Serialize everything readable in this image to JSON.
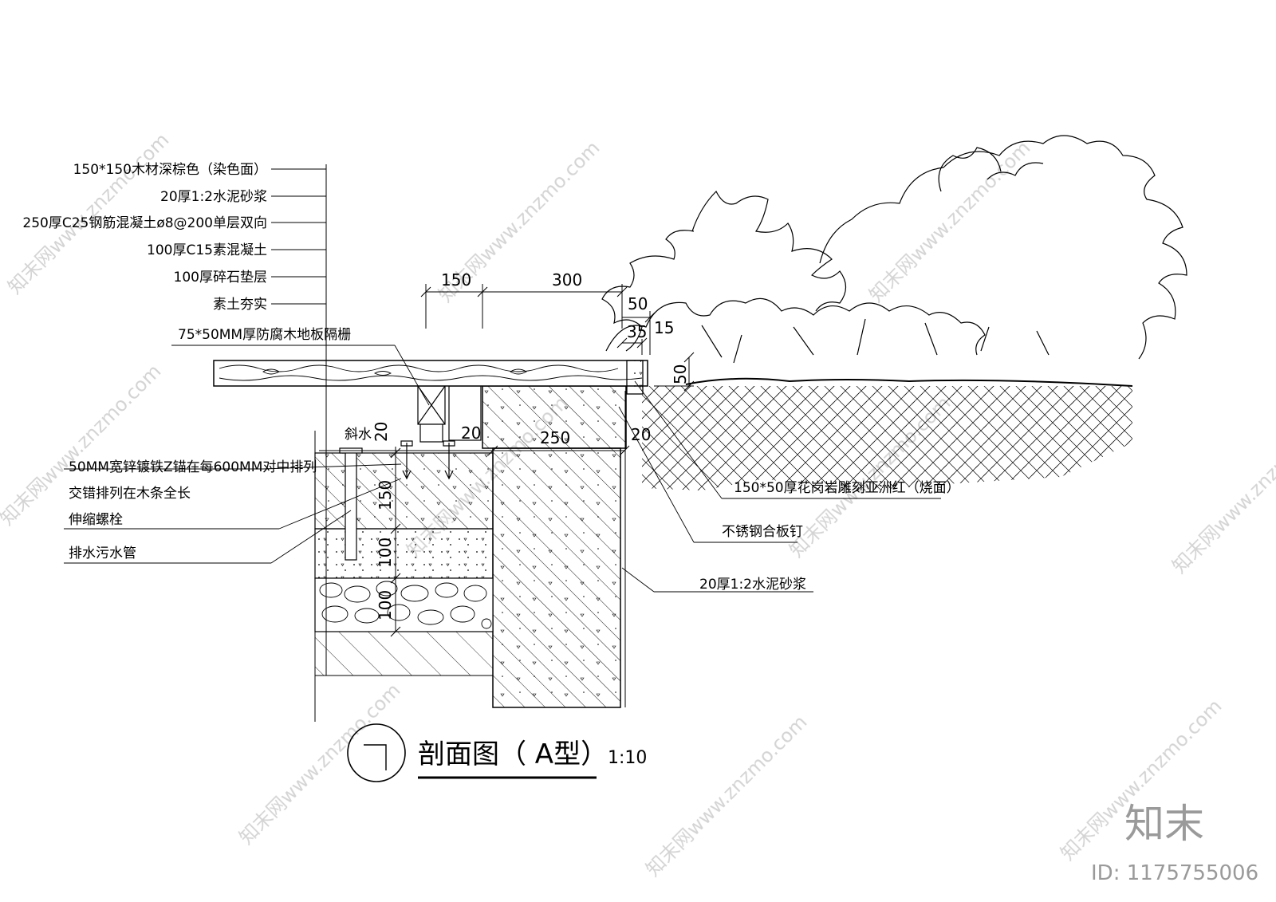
{
  "notes_left": [
    "150*150木材深棕色（染色面）",
    "20厚1:2水泥砂浆",
    "250厚C25钢筋混凝土ø8@200单层双向",
    "100厚C15素混凝土",
    "100厚碎石垫层",
    "素土夯实"
  ],
  "note_grille": "75*50MM厚防腐木地板隔栅",
  "notes_lower_left": [
    "50MM宽锌镀铁Z锚在每600MM对中排列",
    "交错排列在木条全长",
    "伸缩螺栓",
    "排水污水管"
  ],
  "notes_right": [
    "150*50厚花岗岩雕刻亚洲红（烧面）",
    "不锈钢合板钉",
    "20厚1:2水泥砂浆"
  ],
  "dimensions": {
    "d150_top": "150",
    "d300": "300",
    "d50_top": "50",
    "d35": "35",
    "d15": "15",
    "d50_right": "50",
    "slope": "斜水",
    "d20_slope": "20",
    "d20_step": "20",
    "d250": "250",
    "d20_right": "20",
    "v150": "150",
    "v100a": "100",
    "v100b": "100"
  },
  "title": {
    "label": "剖面图（ A型）",
    "scale": "1:10"
  },
  "watermark": {
    "logo": "知末",
    "id": "ID: 1175755006",
    "diagonal": "知末网www.znzmo.com"
  }
}
